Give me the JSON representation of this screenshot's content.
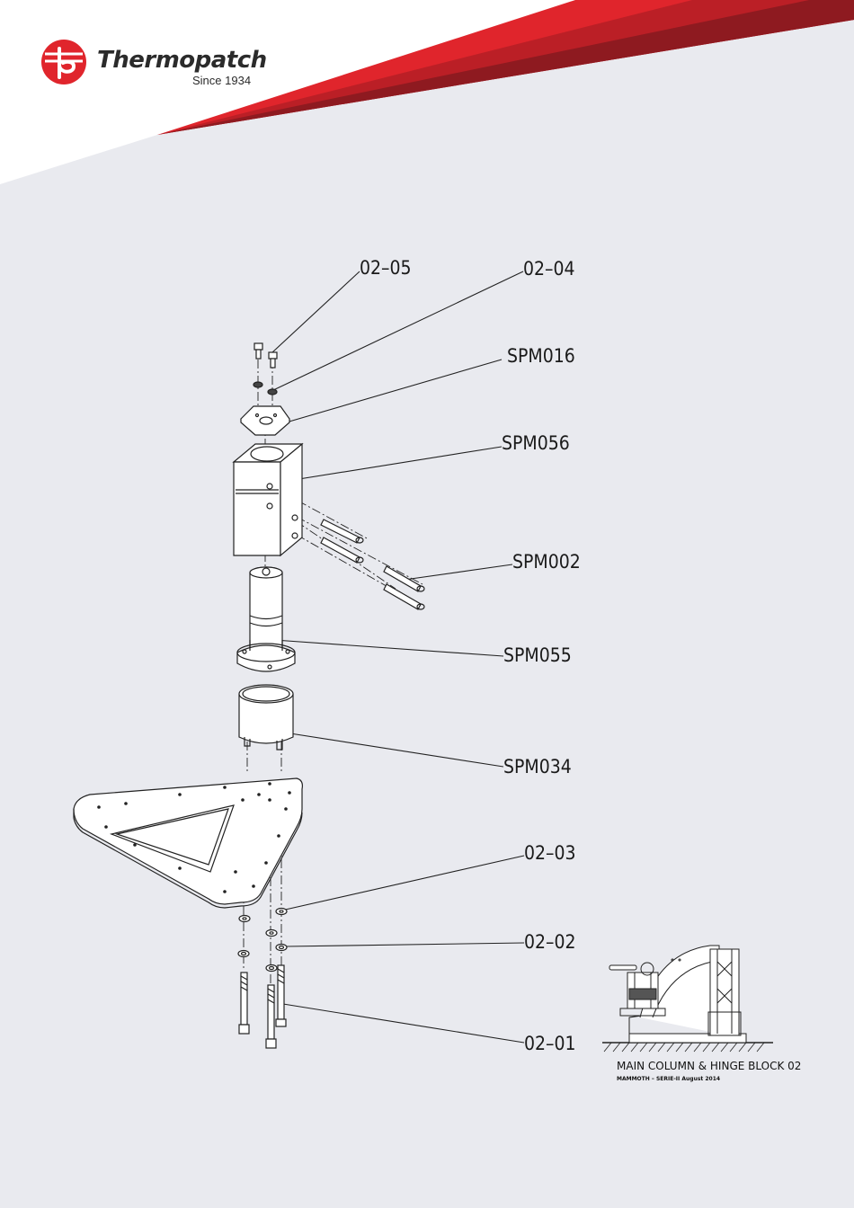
{
  "brand": {
    "name": "Thermopatch",
    "since": "Since 1934",
    "colors": {
      "red": "#e0252c",
      "dark_red": "#9e1b22",
      "text": "#2b2b2b"
    }
  },
  "background": "#e9eaef",
  "callouts": [
    {
      "id": "c-02-05",
      "label": "02–05"
    },
    {
      "id": "c-02-04",
      "label": "02–04"
    },
    {
      "id": "c-spm016",
      "label": "SPM016"
    },
    {
      "id": "c-spm056",
      "label": "SPM056"
    },
    {
      "id": "c-spm002",
      "label": "SPM002"
    },
    {
      "id": "c-spm055",
      "label": "SPM055"
    },
    {
      "id": "c-spm034",
      "label": "SPM034"
    },
    {
      "id": "c-02-03",
      "label": "02–03"
    },
    {
      "id": "c-02-02",
      "label": "02–02"
    },
    {
      "id": "c-02-01",
      "label": "02–01"
    }
  ],
  "thumbnail": {
    "caption": "MAIN COLUMN & HINGE BLOCK  02",
    "subcaption": "MAMMOTH – SERIE-II August 2014"
  }
}
